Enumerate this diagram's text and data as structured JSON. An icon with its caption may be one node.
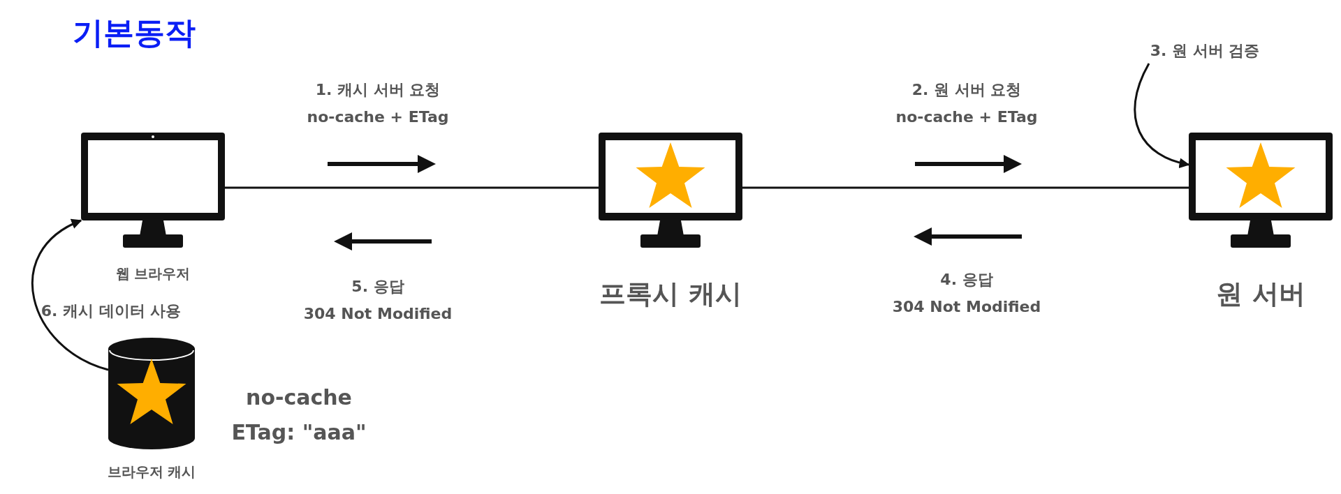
{
  "diagram": {
    "title": "기본동작",
    "nodes": [
      {
        "text": [
          "웹 브라우저"
        ]
      },
      {
        "text": [
          "프록시 캐시"
        ]
      },
      {
        "text": [
          "원 서버"
        ]
      },
      {
        "text": [
          "브라우저 캐시"
        ],
        "beside": [
          "no-cache",
          "ETag: \"aaa\""
        ]
      },
      {
        "text": [
          "3. 원 서버 검증"
        ]
      }
    ],
    "edges": [
      {
        "from": 0,
        "to": 1,
        "arrow": "none"
      },
      {
        "from": 1,
        "to": 2,
        "arrow": "none"
      },
      {
        "from": 3,
        "to": 0,
        "arrow": "to"
      },
      {
        "from": 4,
        "to": 2,
        "arrow": "to"
      }
    ],
    "labels": [
      "1. 캐시 서버 요청",
      "no-cache + ETag",
      "2. 원 서버 요청",
      "no-cache + ETag",
      "5. 응답",
      "304 Not Modified",
      "4. 응답",
      "304 Not Modified",
      "6. 캐시 데이터 사용"
    ]
  }
}
